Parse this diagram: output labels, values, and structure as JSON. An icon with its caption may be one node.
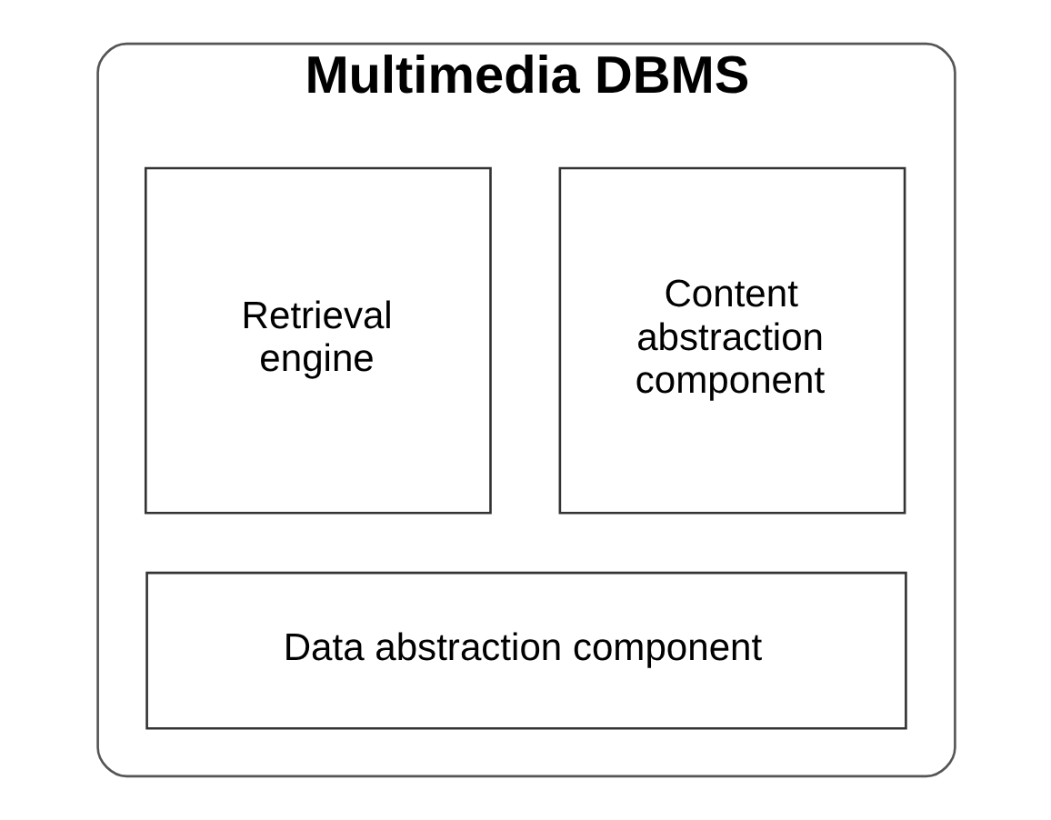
{
  "diagram": {
    "nodes": [
      {
        "text": [
          "Multimedia DBMS"
        ]
      },
      {
        "text": [
          "Content abstraction component"
        ],
        "in": 0
      },
      {
        "text": [
          "Retrieval engine"
        ],
        "in": 0
      },
      {
        "text": [
          "Data abstraction component"
        ],
        "in": 0
      }
    ]
  }
}
